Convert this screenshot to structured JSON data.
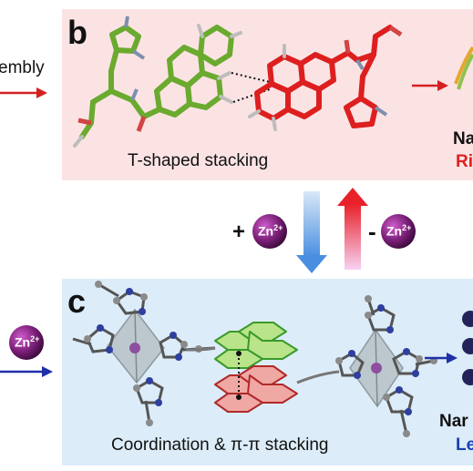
{
  "panel_b": {
    "letter": "b",
    "caption": "T-shaped stacking",
    "left_cut_label": "embly",
    "right_cut_label_top": "Na",
    "right_cut_label_bottom": "Ri"
  },
  "panel_c": {
    "letter": "c",
    "caption": "Coordination & π-π stacking",
    "right_cut_label_top": "Nar",
    "right_cut_label_bottom": "Le"
  },
  "middle": {
    "add_sign": "+",
    "remove_sign": "-",
    "ion_text": "Zn",
    "ion_charge": "2+"
  },
  "left_ion": {
    "text": "Zn",
    "charge": "2+"
  },
  "colors": {
    "panel_b_bg": "#fbe3e4",
    "panel_c_bg": "#dcecf8",
    "green_molecule": "#6aaa2e",
    "red_molecule": "#dd1f1f",
    "ion_purple": "#7a1f78",
    "right_label_red": "#e02020",
    "right_label_blue": "#1a3fb0"
  }
}
